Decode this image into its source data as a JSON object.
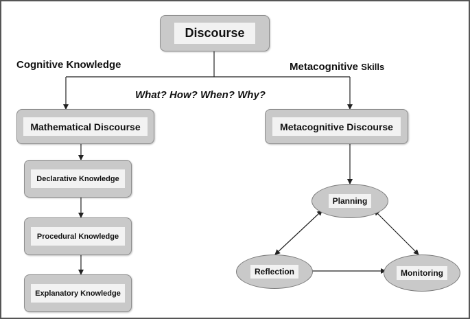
{
  "diagram": {
    "root": "Discourse",
    "left_branch_label": "Cognitive Knowledge",
    "right_branch_label_main": "Metacognitive",
    "right_branch_label_suffix": "Skills",
    "questions": "What? How? When? Why?",
    "math_discourse": "Mathematical Discourse",
    "meta_discourse": "Metacognitive Discourse",
    "knowledge_steps": [
      "Declarative Knowledge",
      "Procedural Knowledge",
      "Explanatory Knowledge"
    ],
    "cycle": [
      "Planning",
      "Reflection",
      "Monitoring"
    ]
  }
}
